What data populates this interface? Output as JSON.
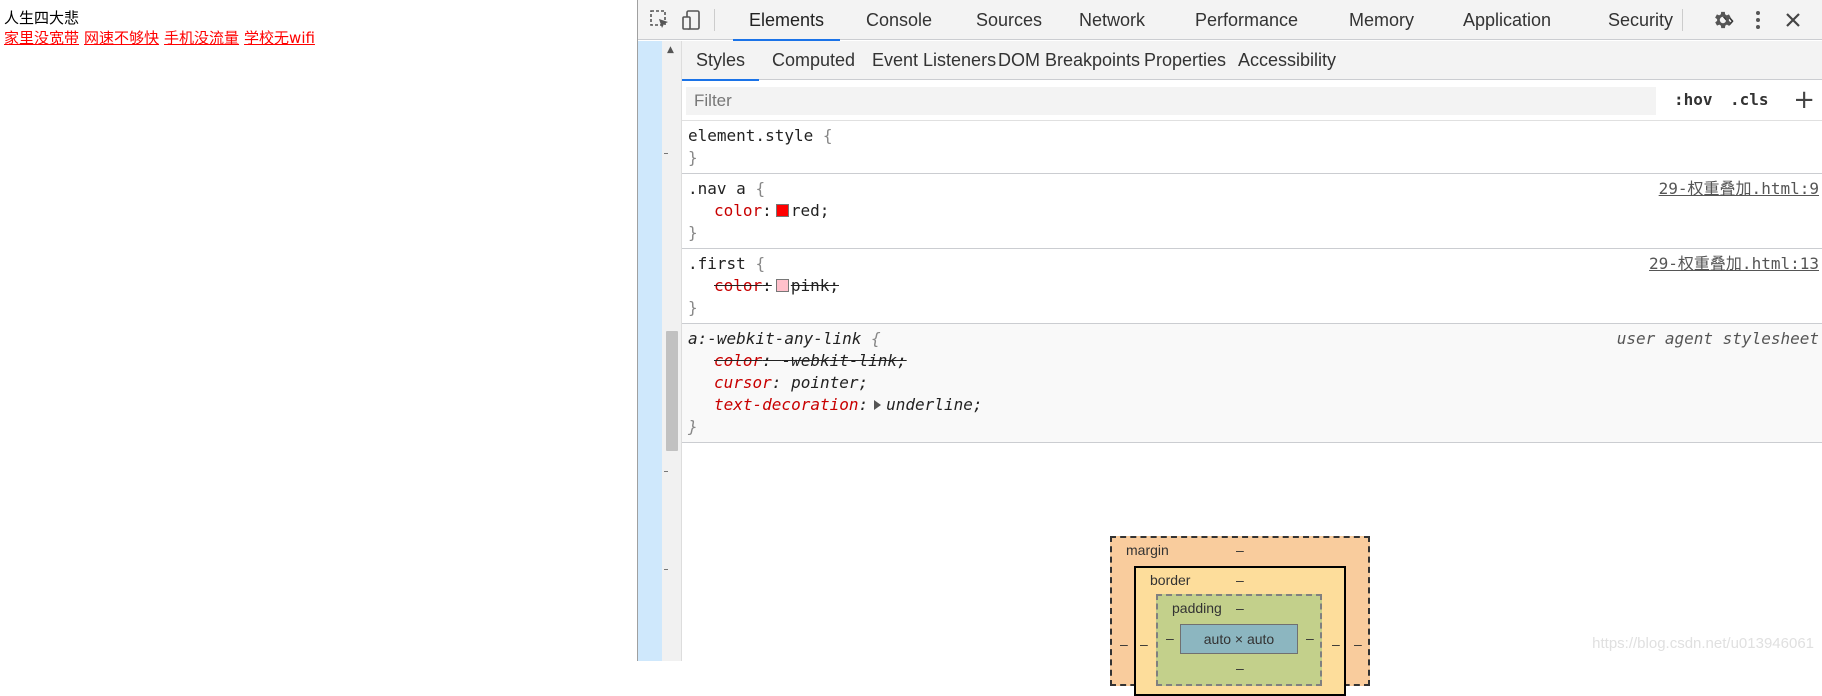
{
  "page": {
    "title": "人生四大悲",
    "links": [
      "家里没宽带",
      "网速不够快",
      "手机没流量",
      "学校无wifi"
    ]
  },
  "devtools": {
    "tabs": [
      "Elements",
      "Console",
      "Sources",
      "Network",
      "Performance",
      "Memory",
      "Application",
      "Security"
    ],
    "more": "»",
    "active_tab": "Elements"
  },
  "styles_pane": {
    "subtabs": [
      "Styles",
      "Computed",
      "Event Listeners",
      "DOM Breakpoints",
      "Properties",
      "Accessibility"
    ],
    "filter_placeholder": "Filter",
    "hov": ":hov",
    "cls": ".cls",
    "plus": "+",
    "rules": {
      "element": {
        "selector": "element.style",
        "open": "{",
        "close": "}"
      },
      "nav_a": {
        "selector": ".nav a",
        "source": "29-权重叠加.html:9",
        "prop": "color",
        "value": "red;",
        "swatch_color": "#ff0000"
      },
      "first": {
        "selector": ".first",
        "source": "29-权重叠加.html:13",
        "prop": "color",
        "value": "pink;",
        "swatch_color": "#ffc0cb"
      },
      "ua": {
        "selector": "a:-webkit-any-link",
        "source": "user agent stylesheet",
        "decls": [
          {
            "prop": "color",
            "value": "-webkit-link;"
          },
          {
            "prop": "cursor",
            "value": "pointer;"
          },
          {
            "prop": "text-decoration",
            "value": "underline;"
          }
        ]
      }
    }
  },
  "box_model": {
    "margin_label": "margin",
    "margin_value": "–",
    "border_label": "border",
    "border_value": "–",
    "padding_label": "padding",
    "padding_value": "–",
    "content": "auto × auto",
    "dash": "–"
  },
  "watermark": "https://blog.csdn.net/u013946061",
  "colors": {
    "accent": "#1a73e8",
    "prop": "#c80000",
    "link": "#ff0000"
  }
}
